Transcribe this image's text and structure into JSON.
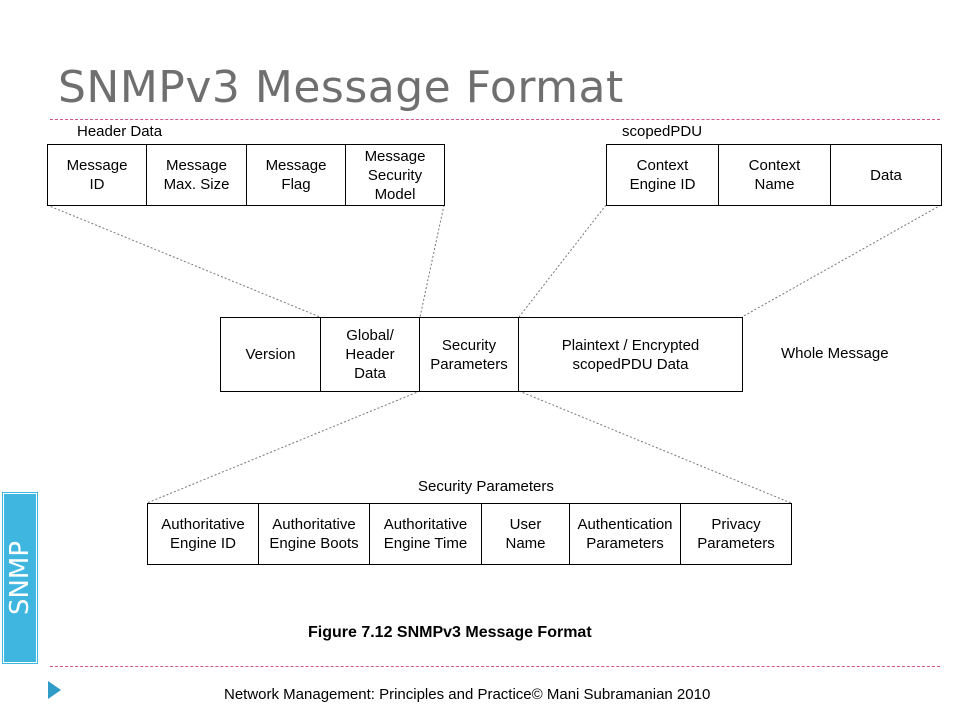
{
  "slide": {
    "title": "SNMPv3 Message Format",
    "side_tab": "SNMP",
    "caption": "Figure 7.12  SNMPv3 Message Format",
    "footer": "Network Management: Principles and Practice© Mani Subramanian 2010"
  },
  "diagram": {
    "header_data": {
      "label": "Header Data",
      "fields": [
        "Message\nID",
        "Message\nMax. Size",
        "Message\nFlag",
        "Message\nSecurity\nModel"
      ]
    },
    "scoped_pdu": {
      "label": "scopedPDU",
      "fields": [
        "Context\nEngine ID",
        "Context\nName",
        "Data"
      ]
    },
    "whole_message": {
      "label": "Whole Message",
      "fields": [
        "Version",
        "Global/\nHeader\nData",
        "Security\nParameters",
        "Plaintext / Encrypted\nscopedPDU Data"
      ]
    },
    "security_parameters": {
      "label": "Security Parameters",
      "fields": [
        "Authoritative\nEngine ID",
        "Authoritative\nEngine Boots",
        "Authoritative\nEngine Time",
        "User\nName",
        "Authentication\nParameters",
        "Privacy\nParameters"
      ]
    }
  }
}
